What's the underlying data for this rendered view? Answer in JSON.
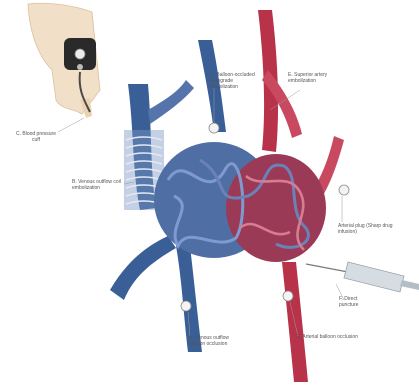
{
  "labels": {
    "a": "C. Blood pressure cuff",
    "b": "D. Balloon-occluded retrograde embolization",
    "c": "E. Superior artery embolization",
    "d": "B. Venous outflow coil embolization",
    "e": "Arterial plug (Sharp drug infusion)",
    "f": "F. Direct puncture",
    "g": "A. Venous outflow balloon occlusion",
    "h": "G. Arterial balloon occlusion"
  },
  "colors": {
    "vein": "#3a5f96",
    "vein_light": "#7a96c6",
    "artery": "#b8324a",
    "artery_light": "#e08f9e",
    "skin": "#f2dfc7",
    "cuff": "#2a2a2a",
    "syringe": "#d6dde2"
  }
}
